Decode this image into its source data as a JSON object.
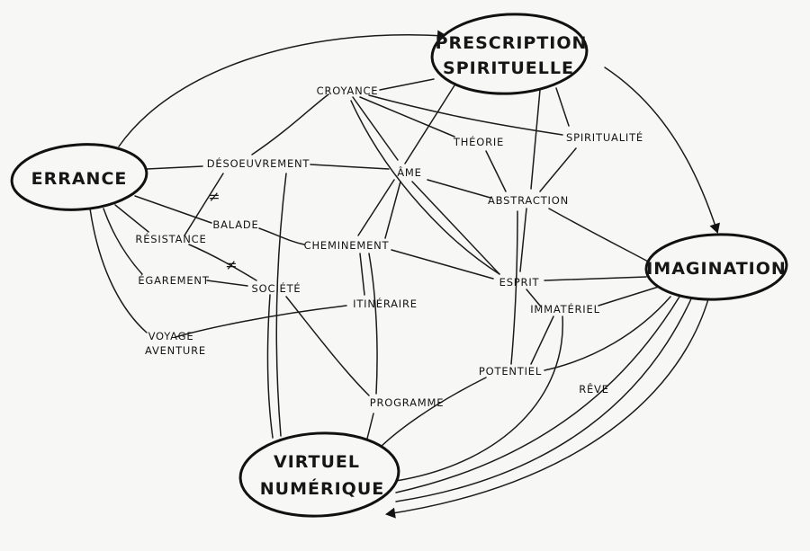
{
  "diagram": {
    "main_nodes": {
      "errance": "ERRANCE",
      "prescription_l1": "PRESCRIPTION",
      "prescription_l2": "SPIRITUELLE",
      "imagination": "IMAGINATION",
      "virtuel_l1": "VIRTUEL",
      "virtuel_l2": "NUMÉRIQUE"
    },
    "concepts": {
      "croyance": "CROYANCE",
      "theorie": "THÉORIE",
      "spiritualite": "SPIRITUALITÉ",
      "desoeuvrement": "DÉSOEUVREMENT",
      "ame": "ÂME",
      "abstraction": "ABSTRACTION",
      "resistance": "RÉSISTANCE",
      "balade": "BALADE",
      "cheminement": "CHEMINEMENT",
      "egarement": "ÉGAREMENT",
      "societe": "SOCIÉTÉ",
      "esprit": "ESPRIT",
      "itineraire": "ITINÉRAIRE",
      "immateriel": "IMMATÉRIEL",
      "voyage": "VOYAGE",
      "aventure": "AVENTURE",
      "potentiel": "POTENTIEL",
      "reve": "RÊVE",
      "programme": "PROGRAMME"
    },
    "symbols": {
      "not_equal_1": "≠",
      "not_equal_2": "≠"
    }
  }
}
